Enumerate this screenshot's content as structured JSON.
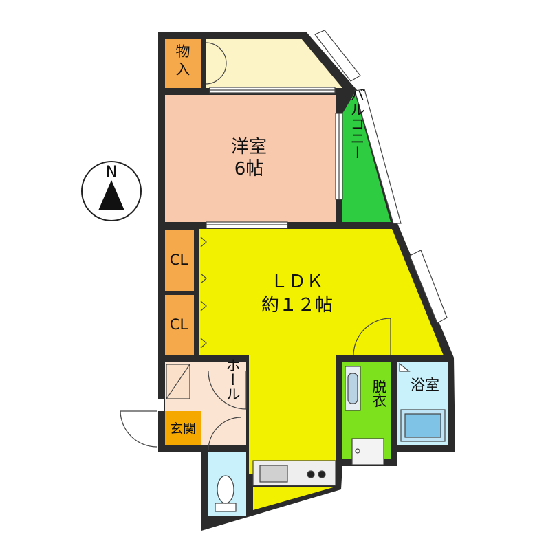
{
  "compass": {
    "north_label": "N"
  },
  "rooms": {
    "storage": {
      "label": "物入",
      "color": "#f5a94a"
    },
    "western_room": {
      "label_1": "洋室",
      "label_2": "6帖",
      "color": "#f9c9ad"
    },
    "balcony": {
      "label": "バルコニー",
      "color": "#2ecc40"
    },
    "closet_1": {
      "label": "CL",
      "color": "#f5a94a"
    },
    "closet_2": {
      "label": "CL",
      "color": "#f5a94a"
    },
    "ldk": {
      "label_1": "ＬＤＫ",
      "label_2": "約１２帖",
      "color": "#f2f200"
    },
    "hall": {
      "label": "ホール",
      "color": "#fce4d2"
    },
    "entrance": {
      "label": "玄関",
      "color": "#f5a800"
    },
    "dressing": {
      "label": "脱衣",
      "color": "#7ee11e"
    },
    "bath": {
      "label": "浴室",
      "color": "#c9f1fb"
    },
    "toilet": {
      "color": "#c9f1fb"
    }
  },
  "colors": {
    "wall": "#2b2b2b"
  }
}
